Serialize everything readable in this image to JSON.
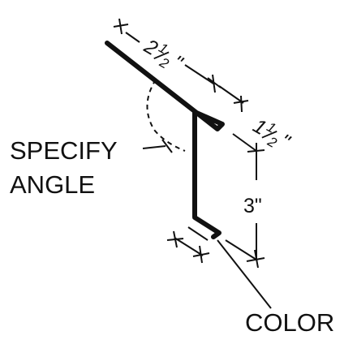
{
  "labels": {
    "specify_angle_line1": "SPECIFY",
    "specify_angle_line2": "ANGLE",
    "color": "COLOR"
  },
  "dimensions": {
    "top_flange": {
      "whole": "2",
      "num": "1",
      "den": "2",
      "unit": "\""
    },
    "return_leg": {
      "whole": "1",
      "num": "1",
      "den": "2",
      "unit": "\""
    },
    "vertical": "3\""
  },
  "colors": {
    "ink": "#111111",
    "background": "#ffffff"
  }
}
